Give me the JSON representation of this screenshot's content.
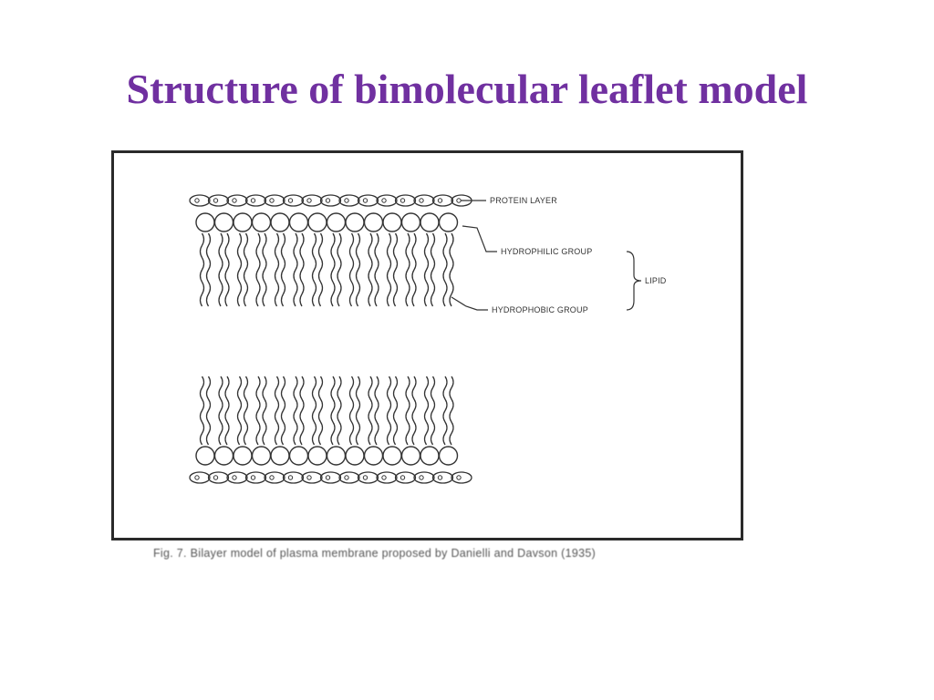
{
  "slide": {
    "title": "Structure of bimolecular leaflet model"
  },
  "figure": {
    "labels": {
      "protein_layer": "PROTEIN LAYER",
      "hydrophilic_group": "HYDROPHILIC GROUP",
      "hydrophobic_group": "HYDROPHOBIC GROUP",
      "lipid": "LIPID"
    },
    "caption": "Fig. 7. Bilayer model of plasma membrane proposed by Danielli and Davson (1935)"
  },
  "colors": {
    "title": "#7030a0",
    "line_art": "#333333",
    "frame": "#2a2a2a",
    "caption": "#555555"
  }
}
